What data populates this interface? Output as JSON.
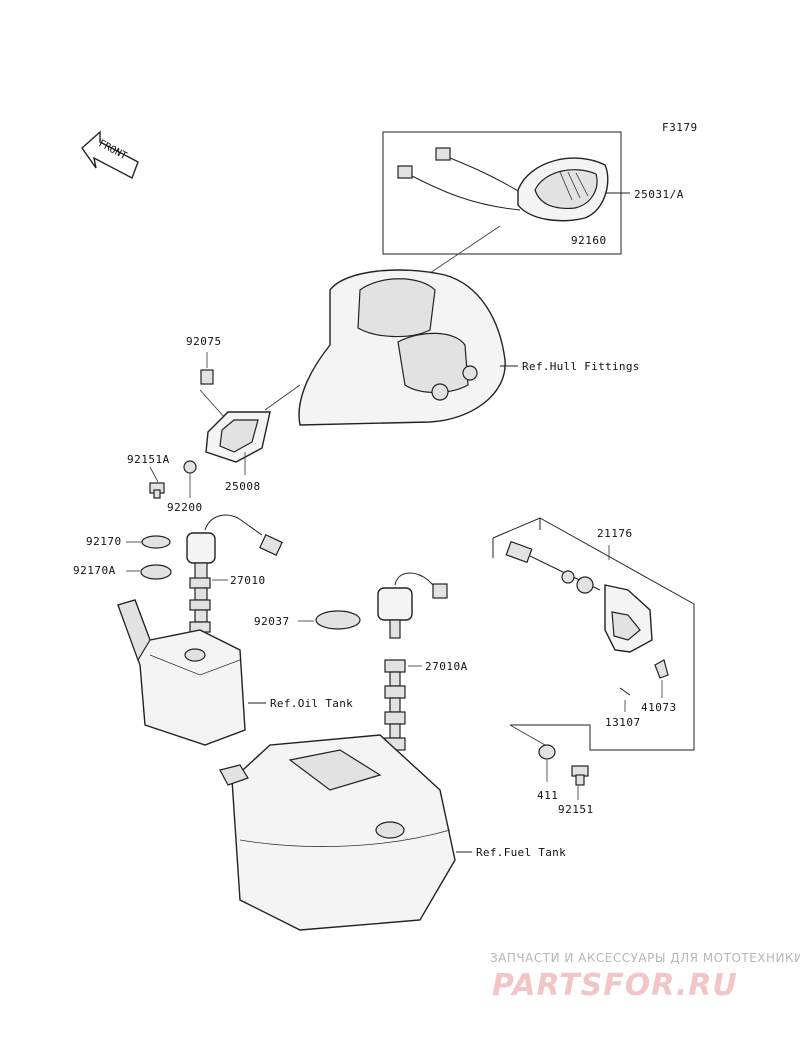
{
  "diagram": {
    "figure_code": "F3179",
    "front_label": "FRONT",
    "parts": {
      "p25031A": "25031/A",
      "p92160": "92160",
      "p92075": "92075",
      "p92151A": "92151A",
      "p92200": "92200",
      "p25008": "25008",
      "p92170": "92170",
      "p92170A": "92170A",
      "p27010": "27010",
      "p92037": "92037",
      "p27010A": "27010A",
      "p21176": "21176",
      "p41073": "41073",
      "p13107": "13107",
      "p411": "411",
      "p92151": "92151"
    },
    "refs": {
      "hull": "Ref.Hull Fittings",
      "oil": "Ref.Oil Tank",
      "fuel": "Ref.Fuel Tank"
    }
  },
  "watermark": {
    "tagline": "ЗАПЧАСТИ И АКСЕССУАРЫ ДЛЯ МОТОТЕХНИКИ",
    "brand": "PARTSFOR.RU"
  }
}
